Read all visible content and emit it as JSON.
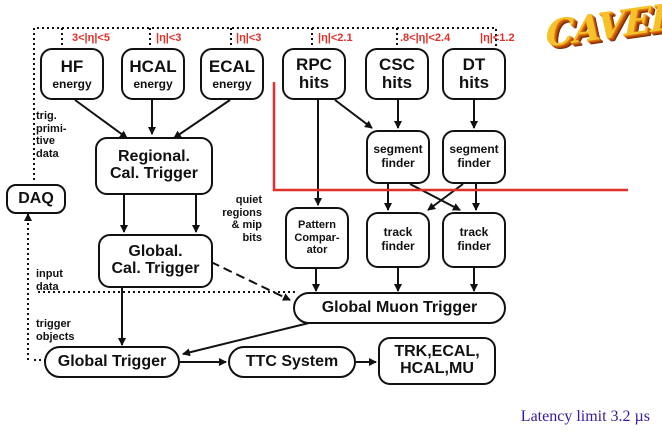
{
  "logo": {
    "text": "CAVERN"
  },
  "ranges": {
    "hf": "3<|η|<5",
    "hcal": "|η|<3",
    "ecal": "|η|<3",
    "rpc": "|η|<2.1",
    "csc": ".8<|η|<2.4",
    "dt": "|η|<1.2"
  },
  "boxes": {
    "hf": {
      "title": "HF",
      "sub": "energy"
    },
    "hcal": {
      "title": "HCAL",
      "sub": "energy"
    },
    "ecal": {
      "title": "ECAL",
      "sub": "energy"
    },
    "rpc": {
      "title": "RPC",
      "sub": "hits"
    },
    "csc": {
      "title": "CSC",
      "sub": "hits"
    },
    "dt": {
      "title": "DT",
      "sub": "hits"
    },
    "regional_cal": {
      "line1": "Regional.",
      "line2": "Cal. Trigger"
    },
    "global_cal": {
      "line1": "Global.",
      "line2": "Cal. Trigger"
    },
    "daq": "DAQ",
    "seg_finder_csc": {
      "line1": "segment",
      "line2": "finder"
    },
    "seg_finder_dt": {
      "line1": "segment",
      "line2": "finder"
    },
    "pattern_comparator": {
      "line1": "Pattern",
      "line2": "Compar-",
      "line3": "ator"
    },
    "track_finder_1": {
      "line1": "track",
      "line2": "finder"
    },
    "track_finder_2": {
      "line1": "track",
      "line2": "finder"
    },
    "global_muon": "Global Muon Trigger",
    "global_trigger": "Global Trigger",
    "ttc": "TTC System",
    "outputs": {
      "line1": "TRK,ECAL,",
      "line2": "HCAL,MU"
    }
  },
  "labels": {
    "trig_primitive": [
      "trig.",
      "primi-",
      "tive",
      "data"
    ],
    "quiet_regions": [
      "quiet",
      "regions",
      "& mip",
      "bits"
    ],
    "input_data": [
      "input",
      "data"
    ],
    "trigger_objects": [
      "trigger",
      "objects"
    ]
  },
  "footer": {
    "latency": "Latency limit 3.2 µs"
  },
  "colors": {
    "accent_red": "#e0302a",
    "latency": "#3a1a9a",
    "logo": "#f7c12a"
  }
}
